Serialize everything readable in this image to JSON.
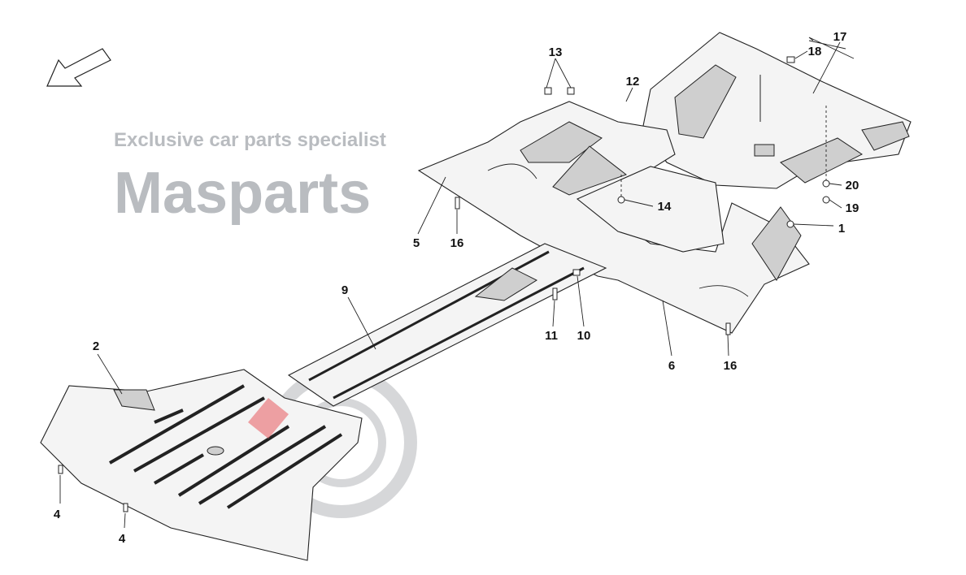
{
  "diagram": {
    "orientation_arrow": "arrow-down-left-icon",
    "callouts": {
      "c1": "1",
      "c2": "2",
      "c4a": "4",
      "c4b": "4",
      "c5": "5",
      "c6": "6",
      "c9": "9",
      "c10": "10",
      "c11": "11",
      "c12": "12",
      "c13": "13",
      "c14": "14",
      "c16a": "16",
      "c16b": "16",
      "c17": "17",
      "c18": "18",
      "c19": "19",
      "c20": "20"
    }
  },
  "watermark": {
    "brand": "Masparts",
    "tagline": "Exclusive car parts specialist",
    "colors": {
      "gray": "#b9bcc0",
      "red": "#e8666a"
    }
  }
}
